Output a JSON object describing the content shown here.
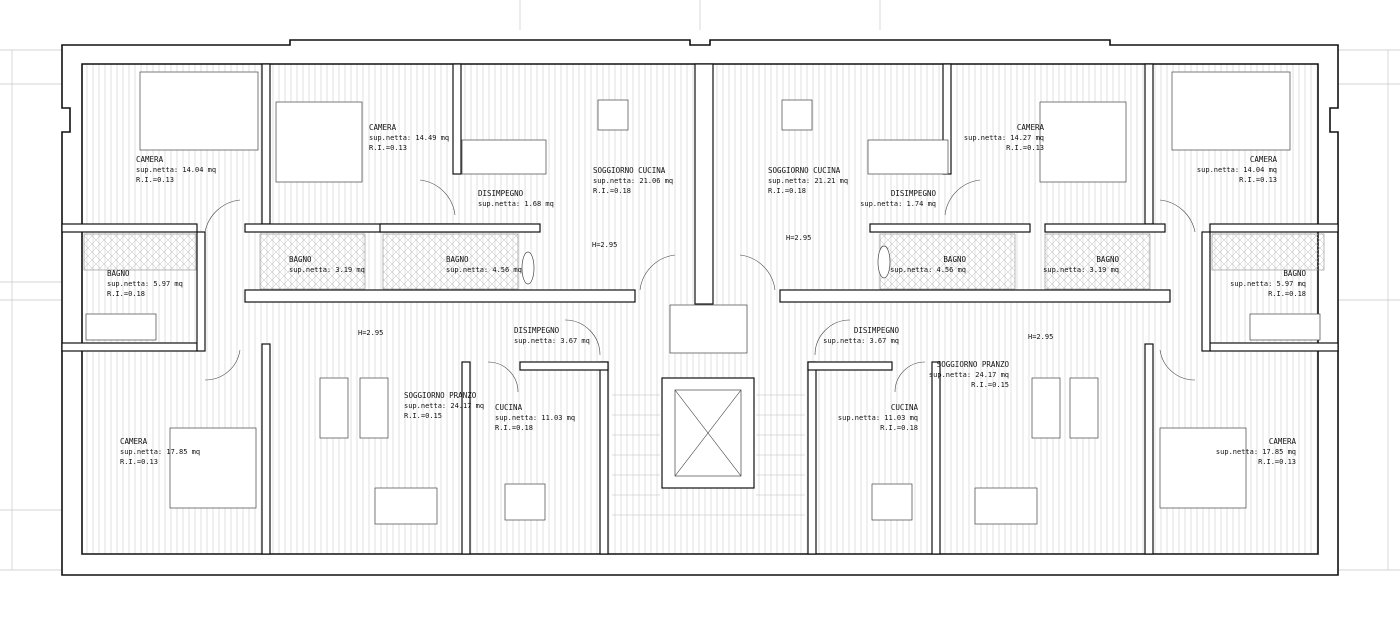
{
  "plan": {
    "rooms": [
      {
        "name": "CAMERA",
        "area": "sup.netta: 14.04 mq",
        "ri": "R.I.=0.13"
      },
      {
        "name": "CAMERA",
        "area": "sup.netta: 14.49 mq",
        "ri": "R.I.=0.13"
      },
      {
        "name": "SOGGIORNO CUCINA",
        "area": "sup.netta: 21.06 mq",
        "ri": "R.I.=0.18"
      },
      {
        "name": "SOGGIORNO CUCINA",
        "area": "sup.netta: 21.21 mq",
        "ri": "R.I.=0.18"
      },
      {
        "name": "CAMERA",
        "area": "sup.netta: 14.27 mq",
        "ri": "R.I.=0.13"
      },
      {
        "name": "CAMERA",
        "area": "sup.netta: 14.04 mq",
        "ri": "R.I.=0.13"
      },
      {
        "name": "DISIMPEGNO",
        "area": "sup.netta: 1.68 mq",
        "ri": ""
      },
      {
        "name": "DISIMPEGNO",
        "area": "sup.netta: 1.74 mq",
        "ri": ""
      },
      {
        "name": "BAGNO",
        "area": "sup.netta: 5.97 mq",
        "ri": "R.I.=0.18"
      },
      {
        "name": "BAGNO",
        "area": "sup.netta: 3.19 mq",
        "ri": ""
      },
      {
        "name": "BAGNO",
        "area": "sup.netta: 4.56 mq",
        "ri": ""
      },
      {
        "name": "BAGNO",
        "area": "sup.netta: 4.56 mq",
        "ri": ""
      },
      {
        "name": "BAGNO",
        "area": "sup.netta: 3.19 mq",
        "ri": ""
      },
      {
        "name": "BAGNO",
        "area": "sup.netta: 5.97 mq",
        "ri": "R.I.=0.18"
      },
      {
        "name": "DISIMPEGNO",
        "area": "sup.netta: 3.67 mq",
        "ri": ""
      },
      {
        "name": "DISIMPEGNO",
        "area": "sup.netta: 3.67 mq",
        "ri": ""
      },
      {
        "name": "SOGGIORNO PRANZO",
        "area": "sup.netta: 24.17 mq",
        "ri": "R.I.=0.15"
      },
      {
        "name": "SOGGIORNO PRANZO",
        "area": "sup.netta: 24.17 mq",
        "ri": "R.I.=0.15"
      },
      {
        "name": "CUCINA",
        "area": "sup.netta: 11.03 mq",
        "ri": "R.I.=0.18"
      },
      {
        "name": "CUCINA",
        "area": "sup.netta: 11.03 mq",
        "ri": "R.I.=0.18"
      },
      {
        "name": "CAMERA",
        "area": "sup.netta: 17.85 mq",
        "ri": "R.I.=0.13"
      },
      {
        "name": "CAMERA",
        "area": "sup.netta: 17.85 mq",
        "ri": "R.I.=0.13"
      }
    ],
    "heights": [
      "H=2.95",
      "H=2.95",
      "H=2.95",
      "H=2.95"
    ]
  }
}
